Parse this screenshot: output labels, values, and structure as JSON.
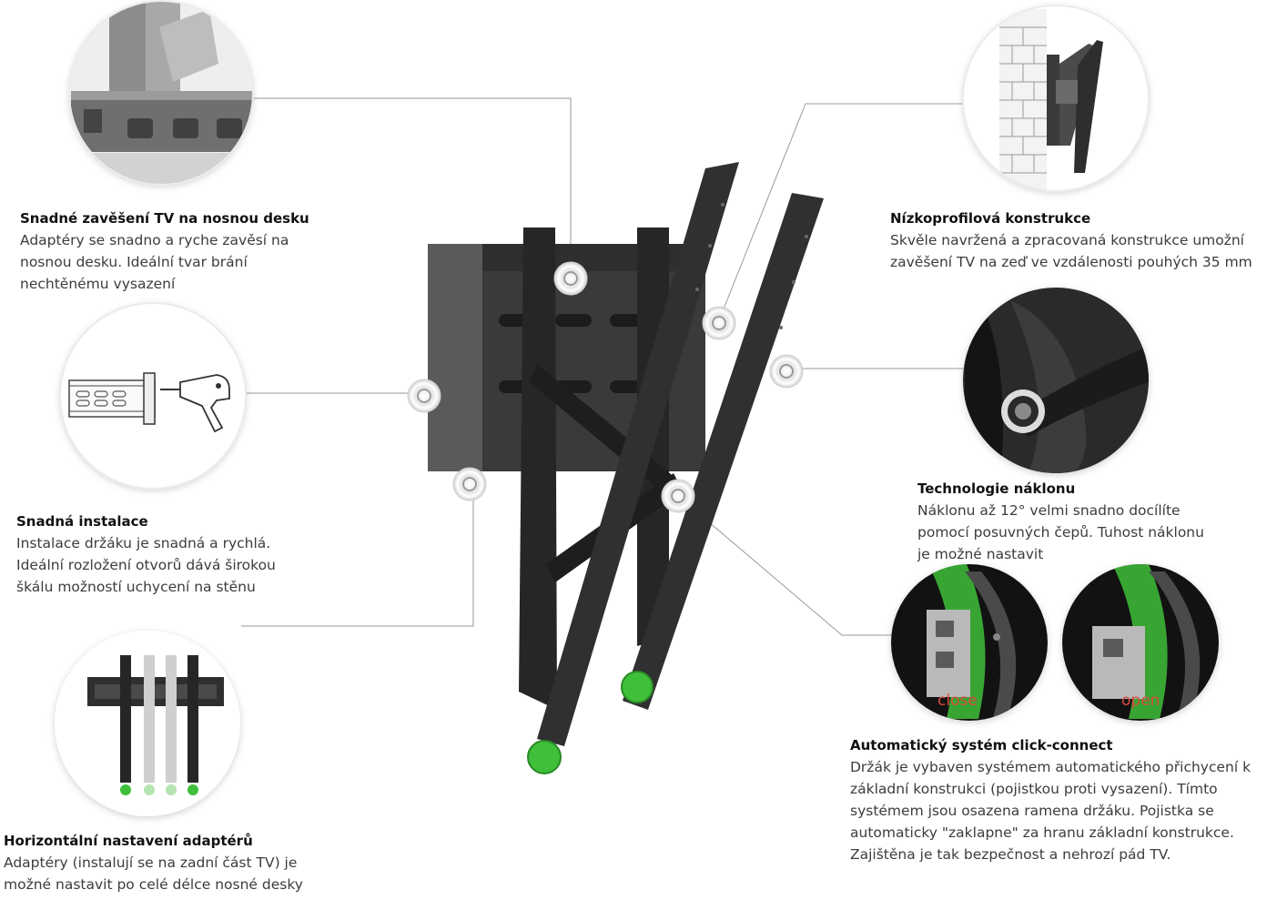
{
  "features": {
    "hanging": {
      "title": "Snadné zavěšení TV na nosnou desku",
      "lines": [
        "Adaptéry se snadno a ryche zavěsí na",
        "nosnou desku. Ideální tvar brání",
        "nechtěnému vysazení"
      ]
    },
    "installation": {
      "title": "Snadná instalace",
      "lines": [
        "Instalace držáku je snadná a rychlá.",
        "Ideální rozložení otvorů dává širokou",
        "škálu možností uchycení na stěnu"
      ]
    },
    "horizontal": {
      "title": "Horizontální nastavení adaptérů",
      "lines": [
        "Adaptéry (instalují se na zadní část TV) je",
        "možné nastavit po celé délce nosné desky"
      ]
    },
    "lowprofile": {
      "title": "Nízkoprofilová konstrukce",
      "lines": [
        "Skvěle navržená a zpracovaná konstrukce umožní",
        "zavěšení TV na zeď ve vzdálenosti pouhých 35 mm"
      ]
    },
    "tilt": {
      "title": "Technologie náklonu",
      "lines": [
        "Náklonu až 12° velmi snadno docílíte",
        "pomocí posuvných čepů. Tuhost náklonu",
        "je možné nastavit"
      ]
    },
    "clickconnect": {
      "title": "Automatický systém click-connect",
      "lines": [
        "Držák je vybaven systémem automatického přichycení k",
        "základní konstrukci (pojistkou proti vysazení). Tímto",
        "systémem jsou osazena ramena držáku. Pojistka se",
        "automaticky \"zaklapne\" za hranu základní konstrukce.",
        "Zajištěna je tak bezpečnost a nehrozí pád TV."
      ]
    }
  },
  "photo_labels": {
    "close": "close",
    "open": "open"
  },
  "colors": {
    "bracket": "#2b2b2b",
    "accent_green": "#3fbf3a",
    "label_red": "#d8493f",
    "leader": "#9a9a9a"
  }
}
